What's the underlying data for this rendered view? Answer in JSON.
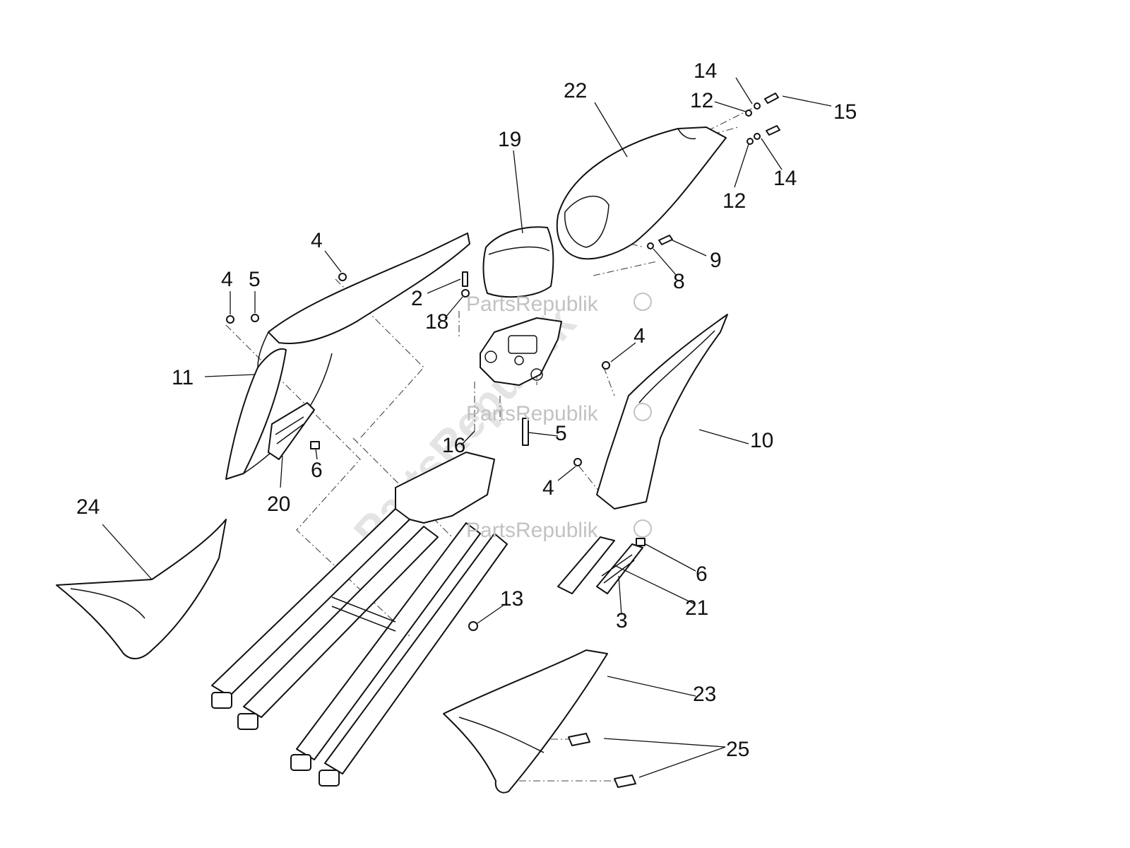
{
  "watermark": {
    "text": "PartsRepublik"
  },
  "callouts": [
    "14",
    "12",
    "15",
    "22",
    "19",
    "14",
    "12",
    "4",
    "4",
    "5",
    "9",
    "2",
    "8",
    "18",
    "11",
    "4",
    "6",
    "20",
    "10",
    "16",
    "5",
    "4",
    "24",
    "6",
    "21",
    "3",
    "13",
    "23",
    "25"
  ]
}
